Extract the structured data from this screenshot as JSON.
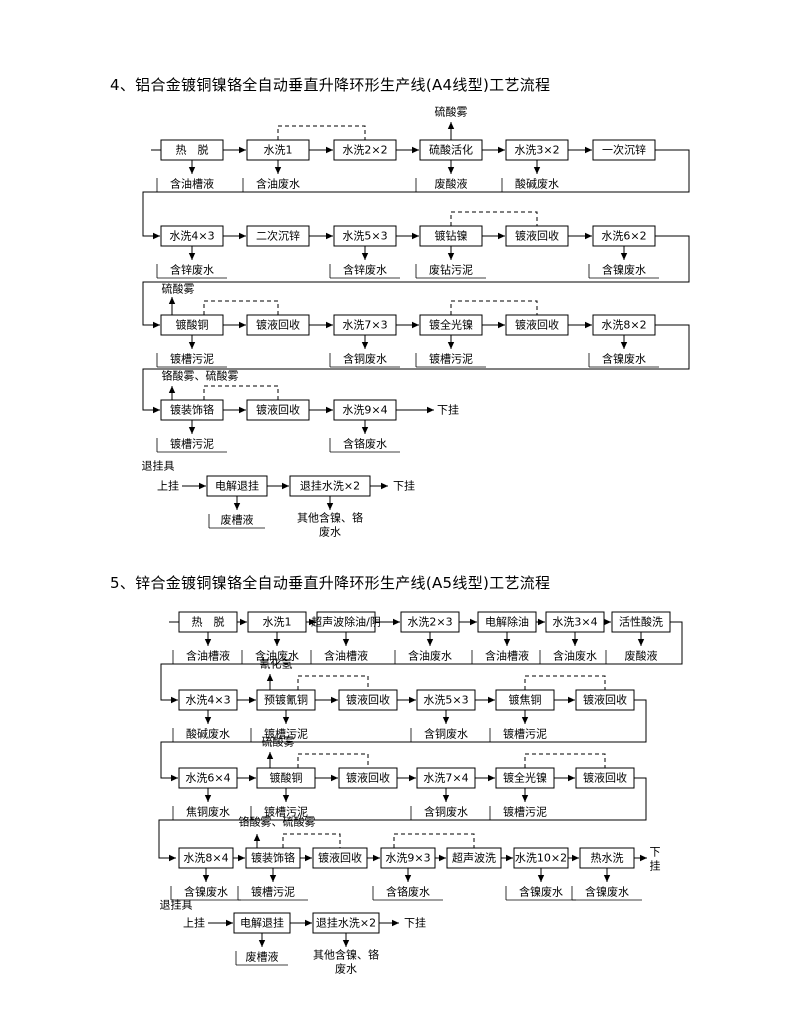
{
  "section1": {
    "title": "4、铝合金镀铜镍铬全自动垂直升降环形生产线(A4线型)工艺流程",
    "row1": [
      "热　脱",
      "水洗1",
      "水洗2×2",
      "硫酸活化",
      "水洗3×2",
      "一次沉锌"
    ],
    "row1_outputs": [
      "含油槽液",
      "含油废水",
      "废酸液",
      "酸碱废水"
    ],
    "row1_top_note": "硫酸雾",
    "row2": [
      "水洗4×3",
      "二次沉锌",
      "水洗5×3",
      "镀钻镍",
      "镀液回收",
      "水洗6×2"
    ],
    "row2_outputs": [
      "含锌废水",
      "含锌废水",
      "废钻污泥",
      "含镍废水"
    ],
    "row3": [
      "镀酸铜",
      "镀液回收",
      "水洗7×3",
      "镀全光镍",
      "镀液回收",
      "水洗8×2"
    ],
    "row3_outputs": [
      "镀槽污泥",
      "含铜废水",
      "镀槽污泥",
      "含镍废水"
    ],
    "row3_top_note": "硫酸雾",
    "row4": [
      "镀装饰铬",
      "镀液回收",
      "水洗9×4"
    ],
    "row4_end": "下挂",
    "row4_outputs": [
      "镀槽污泥",
      "含铬废水"
    ],
    "row4_top_note": "铬酸雾、硫酸雾",
    "strip_title": "退挂具",
    "strip_start": "上挂",
    "strip": [
      "电解退挂",
      "退挂水洗×2"
    ],
    "strip_end": "下挂",
    "strip_outputs": [
      "废槽液",
      "其他含镍、铬",
      "废水"
    ]
  },
  "section2": {
    "title": "5、锌合金镀铜镍铬全自动垂直升降环形生产线(A5线型)工艺流程",
    "row1": [
      "热　脱",
      "水洗1",
      "超声波除油/阴",
      "水洗2×3",
      "电解除油",
      "水洗3×4",
      "活性酸洗"
    ],
    "row1_outputs": [
      "含油槽液",
      "含油废水",
      "含油槽液",
      "含油废水",
      "含油槽液",
      "含油废水",
      "废酸液"
    ],
    "row2": [
      "水洗4×3",
      "预镀氰铜",
      "镀液回收",
      "水洗5×3",
      "镀焦铜",
      "镀液回收"
    ],
    "row2_outputs": [
      "酸碱废水",
      "镀槽污泥",
      "含铜废水",
      "镀槽污泥"
    ],
    "row2_top_note": "氰化氢",
    "row3": [
      "水洗6×4",
      "镀酸铜",
      "镀液回收",
      "水洗7×4",
      "镀全光镍",
      "镀液回收"
    ],
    "row3_outputs": [
      "焦铜废水",
      "镀槽污泥",
      "含铜废水",
      "镀槽污泥"
    ],
    "row3_top_note": "硫酸雾",
    "row4": [
      "水洗8×4",
      "镀装饰铬",
      "镀液回收",
      "水洗9×3",
      "超声波洗",
      "水洗10×2",
      "热水洗"
    ],
    "row4_end": "下挂",
    "row4_outputs": [
      "含镍废水",
      "镀槽污泥",
      "含铬废水",
      "含镍废水",
      "含镍废水"
    ],
    "row4_top_note": "铬酸雾、硫酸雾",
    "strip_title": "退挂具",
    "strip_start": "上挂",
    "strip": [
      "电解退挂",
      "退挂水洗×2"
    ],
    "strip_end": "下挂",
    "strip_outputs": [
      "废槽液",
      "其他含镍、铬",
      "废水"
    ]
  }
}
